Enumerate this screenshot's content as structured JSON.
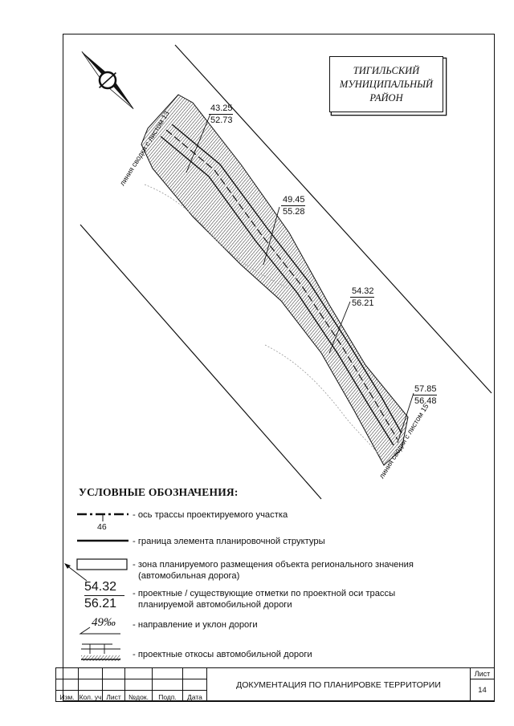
{
  "district": {
    "line1": "ТИГИЛЬСКИЙ",
    "line2": "МУНИЦИПАЛЬНЫЙ",
    "line3": "РАЙОН"
  },
  "match_lines": {
    "top": "линия сводки с листом 13",
    "bottom": "линия сводки с листом 15"
  },
  "elevations": [
    {
      "proj": "43.25",
      "exist": "52.73"
    },
    {
      "proj": "49.45",
      "exist": "55.28"
    },
    {
      "proj": "54.32",
      "exist": "56.21"
    },
    {
      "proj": "57.85",
      "exist": "56.48"
    }
  ],
  "legend": {
    "title": "УСЛОВНЫЕ ОБОЗНАЧЕНИЯ:",
    "axis_number": "46",
    "items": [
      "- ось трассы проектируемого участка",
      "- граница элемента планировочной структуры",
      "- зона планируемого размещения объекта регионального значения",
      "(автомобильная дорога)",
      "- проектные / существующие отметки по проектной оси трассы",
      "планируемой  автомобильной дороги",
      "- направление и уклон дороги",
      "- проектные откосы автомобильной дороги"
    ],
    "sample_proj": "54.32",
    "sample_exist": "56.21",
    "sample_slope": "49‰"
  },
  "stamp": {
    "title": "ДОКУМЕНТАЦИЯ ПО ПЛАНИРОВКЕ ТЕРРИТОРИИ",
    "sheet_label": "Лист",
    "sheet_number": "14",
    "columns": [
      "Изм.",
      "Кол. уч",
      "Лист",
      "№док.",
      "Подп.",
      "Дата"
    ]
  },
  "colors": {
    "ink": "#111111",
    "paper": "#ffffff",
    "slope_fill": "#cfcfcf"
  }
}
